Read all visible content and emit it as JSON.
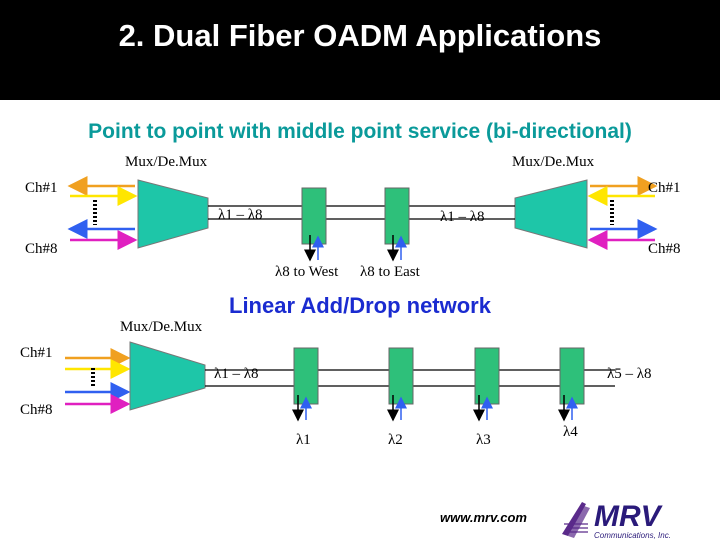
{
  "title": "2.  Dual Fiber OADM Applications",
  "subtitle": "Point to point with middle point service (bi-directional)",
  "section_title": "Linear Add/Drop network",
  "diagram1": {
    "mux_left": "Mux/De.Mux",
    "mux_right": "Mux/De.Mux",
    "ch1_left": "Ch#1",
    "ch8_left": "Ch#8",
    "ch1_right": "Ch#1",
    "ch8_right": "Ch#8",
    "lambda_left": "λ1 – λ8",
    "lambda_right": "λ1 – λ8",
    "to_west": "λ8 to West",
    "to_east": "λ8 to East"
  },
  "diagram2": {
    "mux": "Mux/De.Mux",
    "ch1": "Ch#1",
    "ch8": "Ch#8",
    "lambda_in": "λ1 – λ8",
    "lambda_out": "λ5 – λ8",
    "drops": [
      "λ1",
      "λ2",
      "λ3",
      "λ4"
    ]
  },
  "footer": {
    "url": "www.mrv.com",
    "logo_text": "MRV",
    "logo_sub": "Communications, Inc."
  },
  "colors": {
    "title_bg": "#000000",
    "subtitle": "#0a9a9a",
    "section": "#1a2bd0",
    "mux_fill": "#1ec6a8",
    "oadm_fill": "#2ec07a",
    "fiber_top": "#f0a020",
    "fiber_yellow": "#ffe600",
    "fiber_magenta": "#e020c0",
    "fiber_blue": "#3060f0"
  }
}
